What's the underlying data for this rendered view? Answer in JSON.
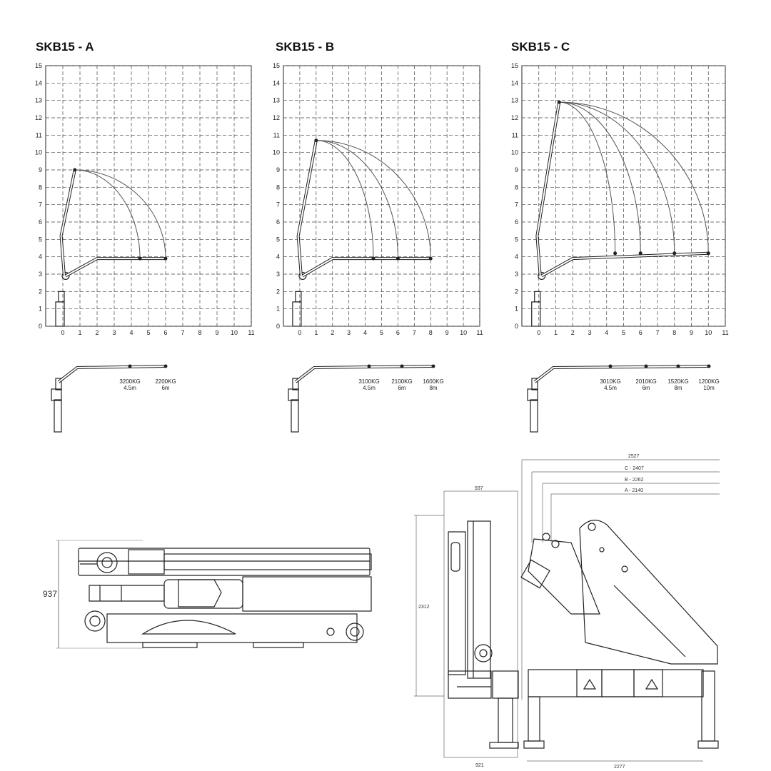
{
  "charts": [
    {
      "title": "SKB15 - A",
      "x_ticks": [
        "0",
        "1",
        "2",
        "3",
        "4",
        "5",
        "6",
        "7",
        "8",
        "9",
        "10",
        "11"
      ],
      "y_ticks": [
        "0",
        "1",
        "2",
        "3",
        "4",
        "5",
        "6",
        "7",
        "8",
        "9",
        "10",
        "11",
        "12",
        "13",
        "14",
        "15"
      ],
      "xlim": [
        -1,
        11
      ],
      "ylim": [
        0,
        15
      ],
      "boom_tip": [
        0.7,
        9.0
      ],
      "reach_tips": [
        [
          4.5,
          3.9
        ],
        [
          6.0,
          3.9
        ]
      ],
      "loads": [
        {
          "weight": "3200KG",
          "distance": "4.5m"
        },
        {
          "weight": "2200KG",
          "distance": "6m"
        }
      ]
    },
    {
      "title": "SKB15 - B",
      "x_ticks": [
        "0",
        "1",
        "2",
        "3",
        "4",
        "5",
        "6",
        "7",
        "8",
        "9",
        "10",
        "11"
      ],
      "y_ticks": [
        "0",
        "1",
        "2",
        "3",
        "4",
        "5",
        "6",
        "7",
        "8",
        "9",
        "10",
        "11",
        "12",
        "13",
        "14",
        "15"
      ],
      "xlim": [
        -1,
        11
      ],
      "ylim": [
        0,
        15
      ],
      "boom_tip": [
        1.0,
        10.7
      ],
      "reach_tips": [
        [
          4.5,
          3.9
        ],
        [
          6.0,
          3.9
        ],
        [
          8.0,
          3.9
        ]
      ],
      "loads": [
        {
          "weight": "3100KG",
          "distance": "4.5m"
        },
        {
          "weight": "2100KG",
          "distance": "6m"
        },
        {
          "weight": "1600KG",
          "distance": "8m"
        }
      ]
    },
    {
      "title": "SKB15 - C",
      "x_ticks": [
        "0",
        "1",
        "2",
        "3",
        "4",
        "5",
        "6",
        "7",
        "8",
        "9",
        "10",
        "11"
      ],
      "y_ticks": [
        "0",
        "1",
        "2",
        "3",
        "4",
        "5",
        "6",
        "7",
        "8",
        "9",
        "10",
        "11",
        "12",
        "13",
        "14",
        "15"
      ],
      "xlim": [
        -1,
        11
      ],
      "ylim": [
        0,
        15
      ],
      "boom_tip": [
        1.2,
        12.9
      ],
      "reach_tips": [
        [
          4.5,
          4.2
        ],
        [
          6.0,
          4.2
        ],
        [
          8.0,
          4.2
        ],
        [
          10.0,
          4.2
        ]
      ],
      "loads": [
        {
          "weight": "3010KG",
          "distance": "4.5m"
        },
        {
          "weight": "2010KG",
          "distance": "6m"
        },
        {
          "weight": "1520KG",
          "distance": "8m"
        },
        {
          "weight": "1200KG",
          "distance": "10m"
        }
      ]
    }
  ],
  "dimensions": {
    "top_view_height": "937",
    "side_width_top": "937",
    "side_height": "2312",
    "side_width_bottom": "921",
    "overall_length": "2527",
    "reach_c": "C - 2407",
    "reach_b": "B - 2262",
    "reach_a": "A - 2140",
    "base_length": "2277"
  }
}
